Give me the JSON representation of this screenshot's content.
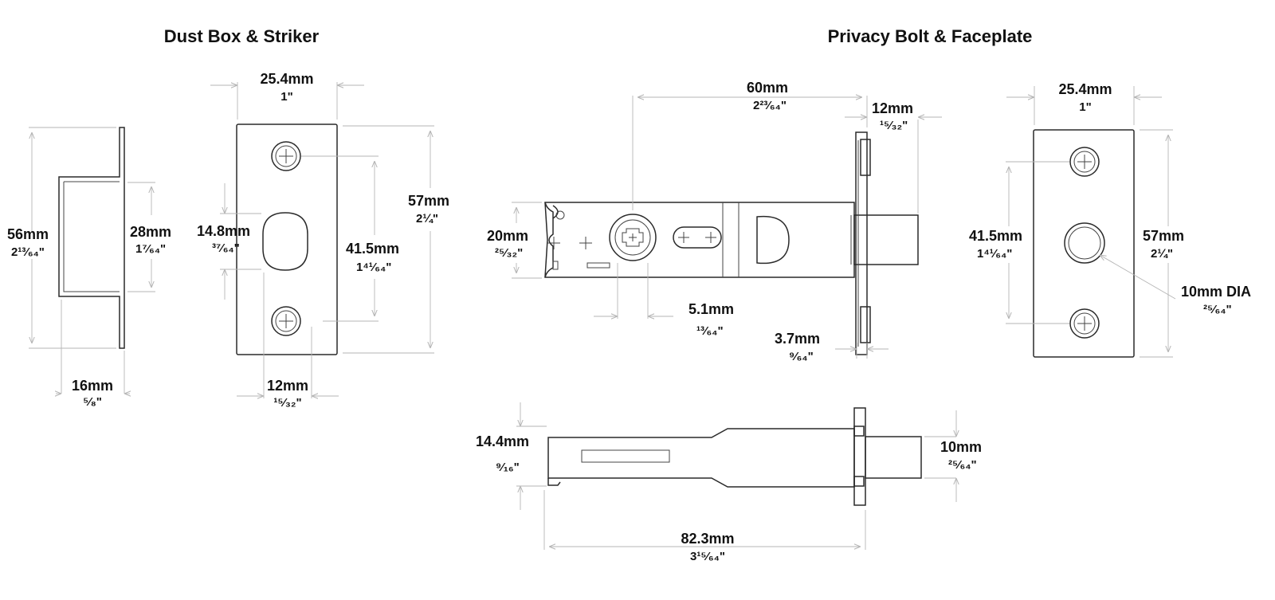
{
  "sections": {
    "left_title": "Dust Box & Striker",
    "right_title": "Privacy Bolt & Faceplate"
  },
  "dims": {
    "dustbox_height_mm": "56mm",
    "dustbox_height_in": "2¹³⁄₆₄\"",
    "dustbox_inner_mm": "28mm",
    "dustbox_inner_in": "1⁷⁄₆₄\"",
    "dustbox_depth_mm": "16mm",
    "dustbox_depth_in": "⁵⁄₈\"",
    "striker_width_mm": "25.4mm",
    "striker_width_in": "1\"",
    "striker_height_mm": "57mm",
    "striker_height_in": "2¼\"",
    "striker_hole_mm": "14.8mm",
    "striker_hole_in": "³⁷⁄₆₄\"",
    "striker_screws_mm": "41.5mm",
    "striker_screws_in": "1⁴¹⁄₆₄\"",
    "striker_hole_width_mm": "12mm",
    "striker_hole_width_in": "¹⁵⁄₃₂\"",
    "bolt_length_mm": "60mm",
    "bolt_length_in": "2²³⁄₆₄\"",
    "bolt_face_mm": "12mm",
    "bolt_face_in": "¹⁵⁄₃₂\"",
    "bolt_body_mm": "20mm",
    "bolt_body_in": "²⁵⁄₃₂\"",
    "bolt_spindle_mm": "5.1mm",
    "bolt_spindle_in": "¹³⁄₆₄\"",
    "bolt_plate_mm": "3.7mm",
    "bolt_plate_in": "⁹⁄₆₄\"",
    "face_width_mm": "25.4mm",
    "face_width_in": "1\"",
    "face_screws_mm": "41.5mm",
    "face_screws_in": "1⁴¹⁄₆₄\"",
    "face_height_mm": "57mm",
    "face_height_in": "2¼\"",
    "face_hole_mm": "10mm DIA",
    "face_hole_in": "²⁵⁄₆₄\"",
    "side_thick_mm": "14.4mm",
    "side_thick_in": "⁹⁄₁₆\"",
    "side_bolt_mm": "10mm",
    "side_bolt_in": "²⁵⁄₆₄\"",
    "side_length_mm": "82.3mm",
    "side_length_in": "3¹⁵⁄₆₄\""
  }
}
